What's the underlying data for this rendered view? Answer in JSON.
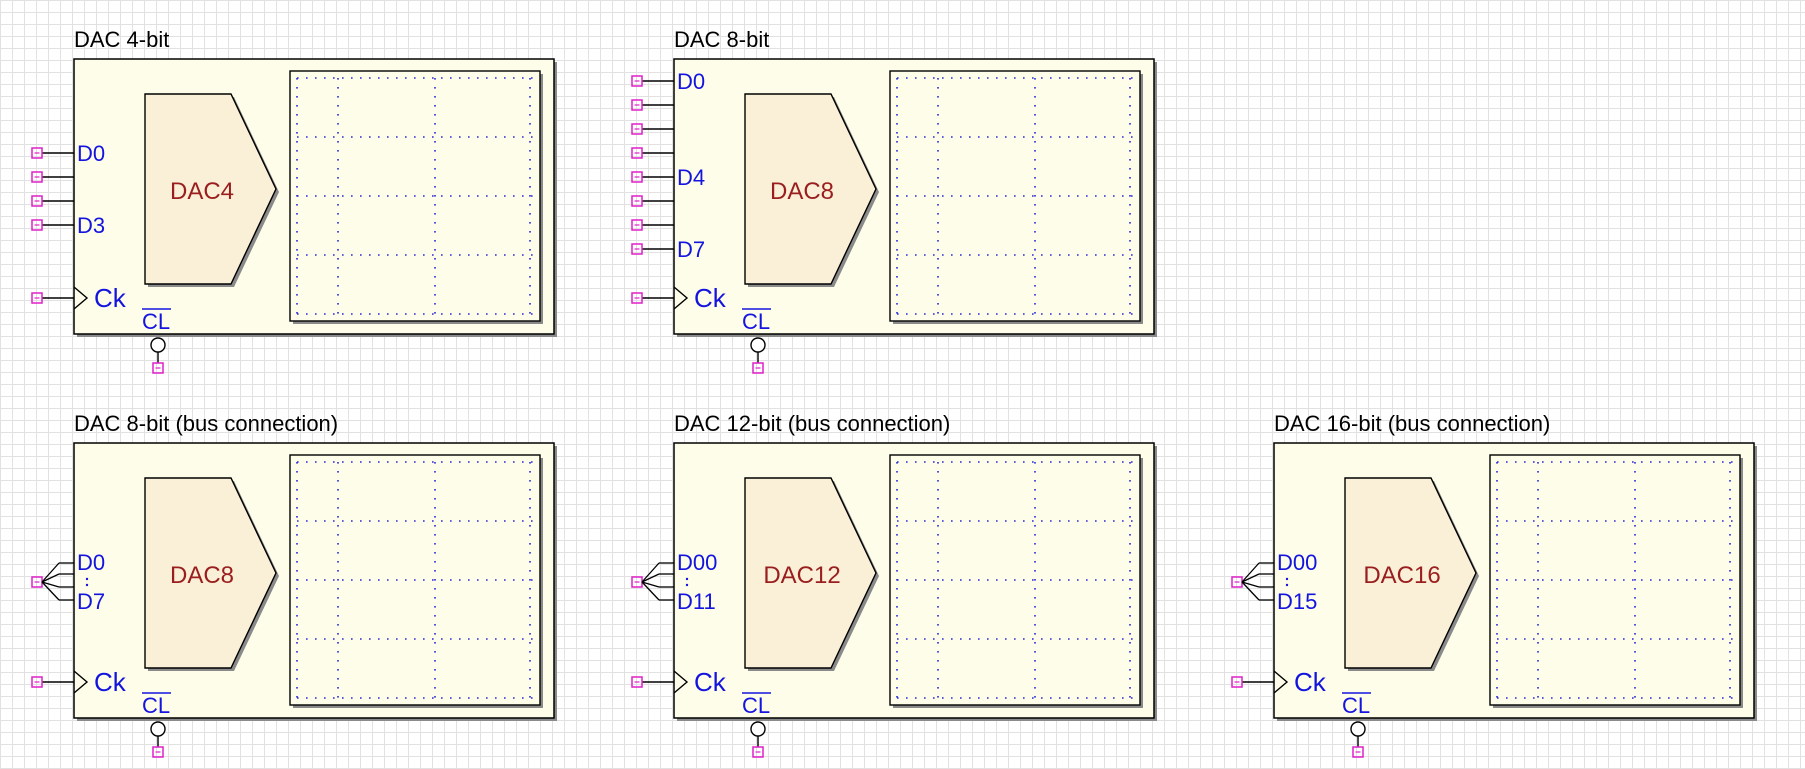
{
  "blocks": [
    {
      "id": "dac4",
      "title": "DAC 4-bit",
      "chip_label": "DAC4",
      "input_mode": "discrete",
      "pin_labels": [
        {
          "text": "D0",
          "pin": 0
        },
        {
          "text": "D3",
          "pin": 3
        }
      ],
      "pin_count": 4,
      "clock_label": "Ck",
      "clear_label": "CL"
    },
    {
      "id": "dac8",
      "title": "DAC 8-bit",
      "chip_label": "DAC8",
      "input_mode": "discrete",
      "pin_labels": [
        {
          "text": "D0",
          "pin": 0
        },
        {
          "text": "D4",
          "pin": 4
        },
        {
          "text": "D7",
          "pin": 7
        }
      ],
      "pin_count": 8,
      "clock_label": "Ck",
      "clear_label": "CL"
    },
    {
      "id": "dac8-bus",
      "title": "DAC 8-bit (bus connection)",
      "chip_label": "DAC8",
      "input_mode": "bus",
      "bus_first": "D0",
      "bus_last": "D7",
      "clock_label": "Ck",
      "clear_label": "CL"
    },
    {
      "id": "dac12-bus",
      "title": "DAC 12-bit (bus connection)",
      "chip_label": "DAC12",
      "input_mode": "bus",
      "bus_first": "D00",
      "bus_last": "D11",
      "clock_label": "Ck",
      "clear_label": "CL"
    },
    {
      "id": "dac16-bus",
      "title": "DAC 16-bit (bus connection)",
      "chip_label": "DAC16",
      "input_mode": "bus",
      "bus_first": "D00",
      "bus_last": "D15",
      "clock_label": "Ck",
      "clear_label": "CL"
    }
  ],
  "colors": {
    "grid": "#e1e1e1",
    "block_fill": "#fdfde9",
    "chip_fill": "#faf0d8",
    "pin_text": "#1414e0",
    "chip_text": "#9a1e1e",
    "terminal": "#e020c8",
    "scope_dots": "#2b2bd8"
  }
}
